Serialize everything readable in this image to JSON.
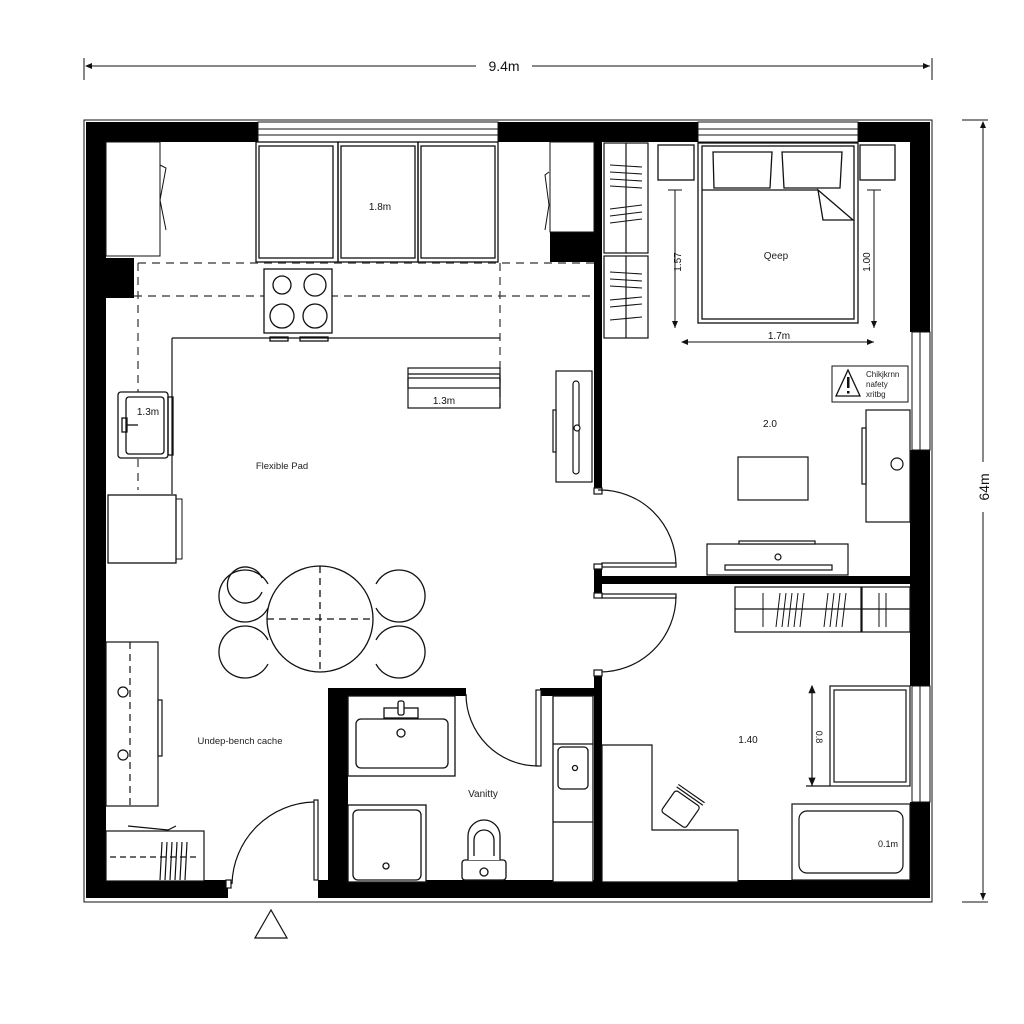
{
  "plan": {
    "colors": {
      "wall": "#000000",
      "line": "#1a1a1a",
      "background": "#ffffff"
    },
    "dimensions": {
      "overall_width": "9.4m",
      "overall_height": "64m",
      "bed_height_left": "1.57",
      "bed_height_right": "1.00",
      "bed_width": "1.7m",
      "window_unit": "1.8m",
      "counter": "1.3m",
      "sink_small": "1.3m",
      "bedroom_room": "2.0",
      "study_room": "1.40",
      "wardrobe_height": "0.8",
      "bathtub": "0.1m"
    },
    "labels": {
      "bed": "Qeep",
      "living": "Flexible Pad",
      "storage": "Undep-bench cache",
      "bathroom": "Vanitty"
    },
    "warning_sign": {
      "icon": "warning-triangle-icon",
      "line1": "Chikjkrnn",
      "line2": "nafety",
      "line3": "xritbg"
    },
    "entrance_marker": "entrance-triangle-icon"
  }
}
